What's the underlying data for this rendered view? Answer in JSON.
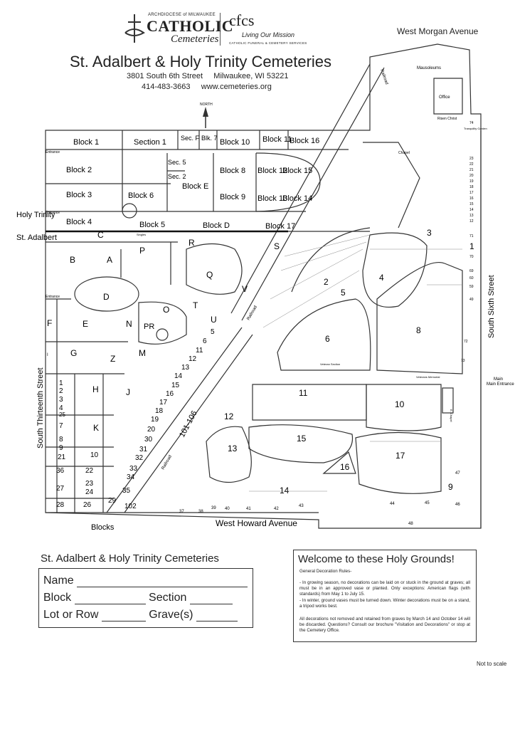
{
  "header": {
    "archdiocese": "ARCHDIOCESE of MILWAUKEE",
    "brand": "CATHOLIC",
    "brand_script": "Cemeteries",
    "cfcs": "cfcs",
    "cfcs_tagline": "Living Our Mission",
    "cfcs_sub": "CATHOLIC FUNERAL & CEMETERY SERVICES",
    "title": "St. Adalbert & Holy Trinity Cemeteries",
    "address": "3801 South 6th Street     Milwaukee, WI 53221",
    "contact": "414-483-3663     www.cemeteries.org"
  },
  "map": {
    "streets": {
      "top": "West Morgan Avenue",
      "bottom": "West Howard Avenue",
      "left": "South Thirteenth Street",
      "right": "South Sixth Street"
    },
    "north": "NORTH",
    "labels": {
      "holy_trinity": "Holy Trinity",
      "st_adalbert": "St. Adalbert",
      "entrance": "Entrance",
      "main_entrance": "Main Entrance",
      "main": "Main",
      "blocks": "Blocks",
      "railroad": "Railroad",
      "mausoleums": "Mausoleums",
      "office": "Office",
      "risen_christ": "Risen Christ",
      "tranquility": "Tranquility Garden",
      "chapel": "Chapel",
      "veterans_memorial": "Veterans Memorial",
      "veteran_section": "Veteran Section",
      "singles": "Singles",
      "e_chapel": "E. Chapel",
      "range_101_106": "101-106"
    },
    "holy_trinity_blocks": [
      "Block 1",
      "Section 1",
      "Sec. F",
      "Blk. 7",
      "Block 10",
      "Block 11",
      "Block 16",
      "Block 2",
      "Sec. 5",
      "Sec. 2",
      "Block E",
      "Block 8",
      "Block 12",
      "Block 15",
      "Block 3",
      "Block 6",
      "Block 9",
      "Block 13",
      "Block 14",
      "Block 4",
      "Block 5",
      "Block D",
      "Block 17"
    ],
    "sections": [
      "A",
      "B",
      "C",
      "D",
      "E",
      "F",
      "G",
      "H",
      "I",
      "J",
      "K",
      "M",
      "N",
      "O",
      "P",
      "PR",
      "Q",
      "R",
      "S",
      "T",
      "U",
      "V",
      "Z",
      "2",
      "3",
      "4",
      "5",
      "6",
      "8",
      "9",
      "10",
      "11",
      "12",
      "13",
      "14",
      "15",
      "16",
      "17",
      "1"
    ],
    "left_blocks": [
      "1",
      "2",
      "3",
      "4",
      "25",
      "7",
      "8",
      "9",
      "21",
      "10",
      "36",
      "22",
      "27",
      "23",
      "24",
      "28",
      "26",
      "29",
      "102"
    ],
    "diag_blocks": [
      "5",
      "6",
      "11",
      "12",
      "13",
      "14",
      "15",
      "16",
      "17",
      "18",
      "19",
      "20",
      "30",
      "31",
      "32",
      "33",
      "34",
      "35"
    ],
    "bottom_numbers": [
      "37",
      "38",
      "39",
      "40",
      "41",
      "42",
      "43",
      "44",
      "45",
      "46",
      "47",
      "48"
    ],
    "right_numbers": [
      "23",
      "22",
      "21",
      "20",
      "19",
      "18",
      "17",
      "16",
      "15",
      "14",
      "13",
      "12",
      "71",
      "70",
      "69",
      "60",
      "59",
      "49",
      "74",
      "73",
      "72"
    ]
  },
  "form": {
    "title": "St. Adalbert & Holy Trinity Cemeteries",
    "name": "Name",
    "block": "Block",
    "section": "Section",
    "lot": "Lot or Row",
    "grave": "Grave(s)"
  },
  "welcome": {
    "title": "Welcome to these Holy Grounds!",
    "rules_heading": "General Decoration Rules-",
    "p1": "- In growing season, no decorations can be laid on or stuck in the ground at graves; all must be in an approved vase or planted. Only exceptions: American flags (with standards) from May 1 to July 15.",
    "p2": "- In winter, ground vases must be turned down. Winter decorations must be on a stand, a tripod works best.",
    "p3": "All decorations not removed and retained from graves by March 14 and October 14 will be discarded. Questions? Consult our brochure \"Visitation and Decorations\" or stop at the Cemetery Office."
  },
  "footer": {
    "not_to_scale": "Not to scale"
  }
}
